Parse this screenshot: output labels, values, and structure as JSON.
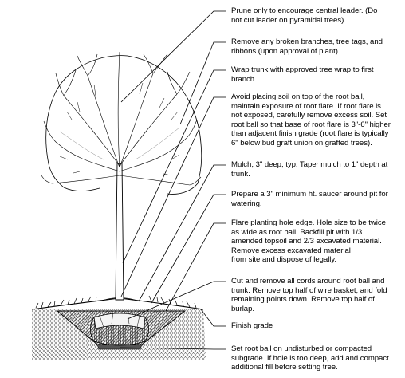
{
  "notes": [
    {
      "id": "central-leader",
      "lines": [
        "Prune only to encourage central leader. (Do",
        "not cut leader on pyramidal trees)."
      ]
    },
    {
      "id": "broken-branches",
      "lines": [
        "Remove any broken branches, tree tags, and",
        "ribbons (upon approval of plant)."
      ]
    },
    {
      "id": "trunk-wrap",
      "lines": [
        "Wrap trunk with approved tree wrap to first",
        "branch."
      ]
    },
    {
      "id": "root-flare",
      "lines": [
        "Avoid placing soil on top of the root ball,",
        "maintain exposure of root flare. If root flare is",
        "not exposed, carefully remove excess soil. Set",
        "root ball so that base of root flare is 3\"-6\" higher",
        "than adjacent finish grade (root flare is typically",
        "6\" below bud graft union on grafted trees)."
      ]
    },
    {
      "id": "mulch",
      "lines": [
        "Mulch, 3\" deep, typ. Taper mulch to 1\" depth at",
        "trunk."
      ]
    },
    {
      "id": "saucer",
      "lines": [
        "Prepare a 3\" minimum ht. saucer around pit for",
        "watering."
      ]
    },
    {
      "id": "planting-hole",
      "lines": [
        "Flare planting hole edge. Hole size to be twice",
        "as wide as root ball. Backfill pit with 1/3",
        "amended topsoil and 2/3 excavated material.",
        "Remove excess excavated material",
        "from site and dispose of legally."
      ]
    },
    {
      "id": "cords-wire",
      "lines": [
        "Cut and remove all cords around root ball and",
        "trunk. Remove top half of wire basket, and fold",
        "remaining points down. Remove top half of",
        "burlap."
      ]
    },
    {
      "id": "finish-grade",
      "lines": [
        "Finish grade"
      ]
    },
    {
      "id": "root-ball-set",
      "lines": [
        "Set root ball on undisturbed or compacted",
        "subgrade. If hole is too deep, add and compact",
        "additional fill before setting tree."
      ]
    }
  ]
}
